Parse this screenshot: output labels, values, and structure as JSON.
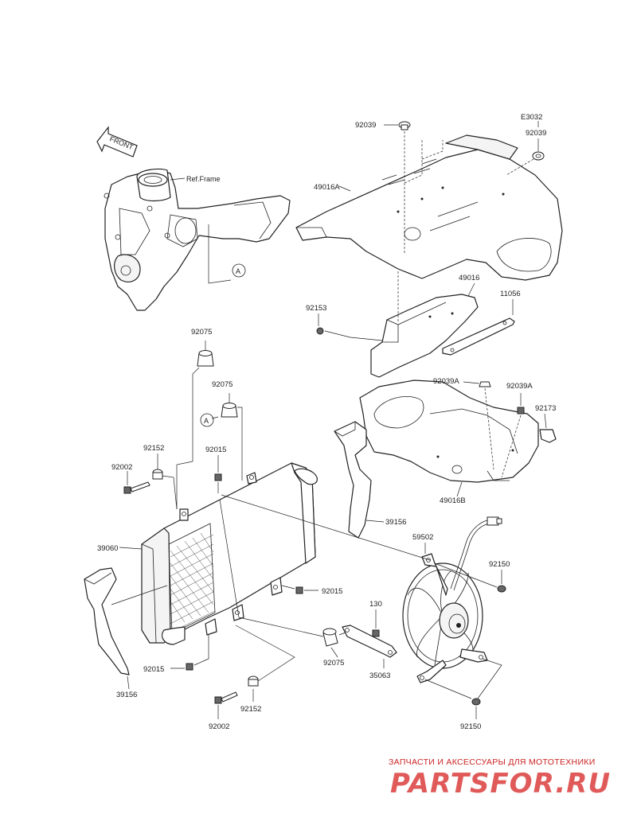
{
  "diagram": {
    "frame_ref_label": "Ref.Frame",
    "front_arrow_label": "FRONT",
    "callout_letter": "A",
    "part_numbers": {
      "p92039_top": "92039",
      "pE3032": "E3032",
      "p92039_right": "92039",
      "p49016A": "49016A",
      "p49016": "49016",
      "p92153": "92153",
      "p11056": "11056",
      "p92075_a": "92075",
      "p92075_b": "92075",
      "p92039A_a": "92039A",
      "p92039A_b": "92039A",
      "p92173": "92173",
      "p92152_a": "92152",
      "p92015_a": "92015",
      "p92002_a": "92002",
      "p49016B": "49016B",
      "p39156_right": "39156",
      "p39060": "39060",
      "p59502": "59502",
      "p92150_a": "92150",
      "p92015_b": "92015",
      "p130": "130",
      "p92075_c": "92075",
      "p35063": "35063",
      "p92015_c": "92015",
      "p39156_left": "39156",
      "p92152_b": "92152",
      "p92002_b": "92002",
      "p92150_b": "92150"
    }
  },
  "watermark": {
    "tagline": "ЗАПЧАСТИ И АКСЕССУАРЫ ДЛЯ МОТОТЕХНИКИ",
    "logo": "PARTSFOR.RU"
  }
}
